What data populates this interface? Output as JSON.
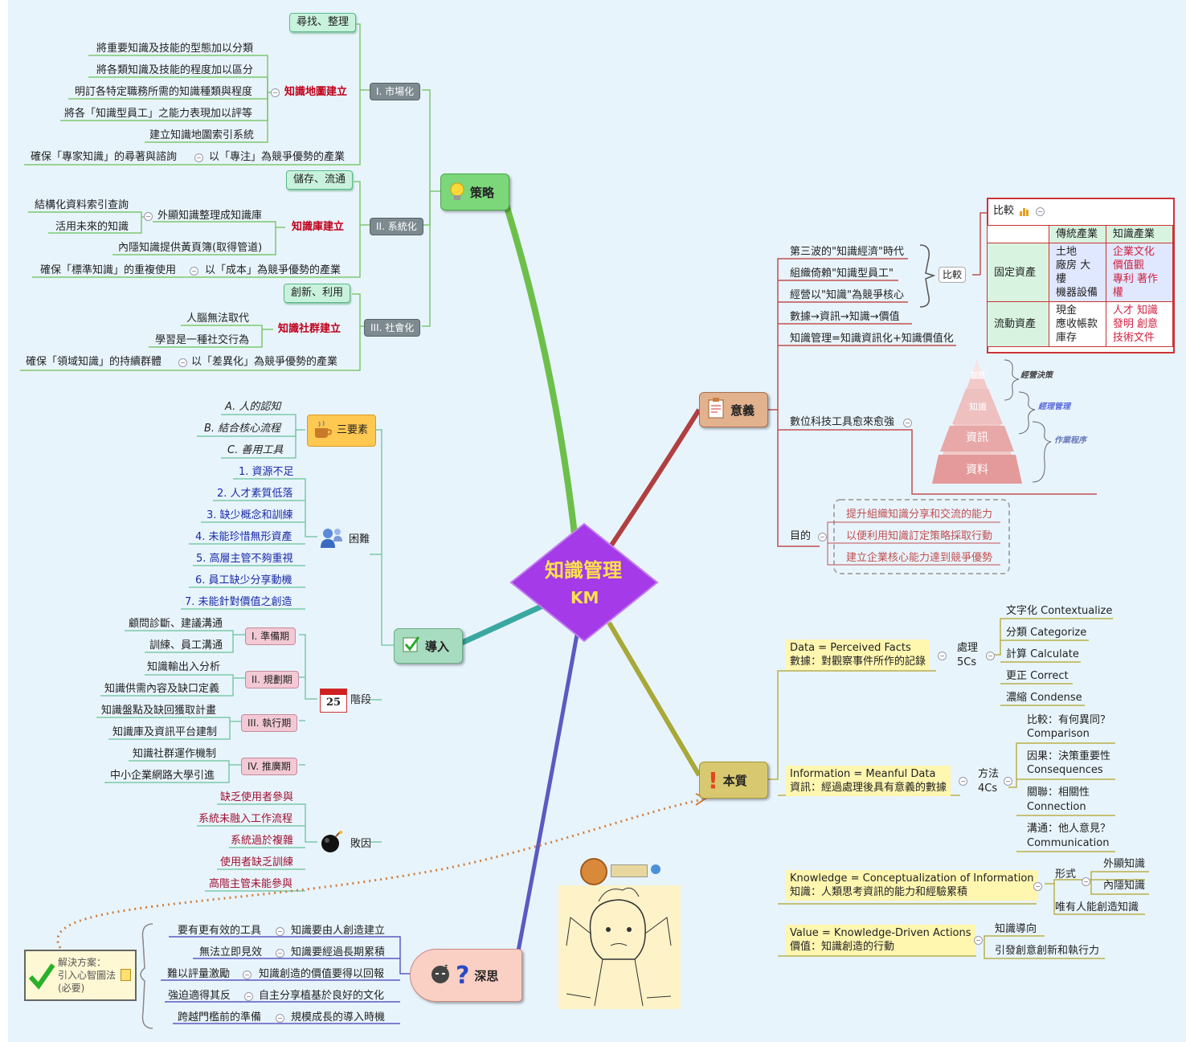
{
  "center": {
    "title": "知識管理",
    "subtitle": "KM"
  },
  "strategy": {
    "title": "策略",
    "m1": {
      "label": "I. 市場化",
      "callout": "尋找、整理",
      "sub": "知識地圖建立",
      "items": [
        "將重要知識及技能的型態加以分類",
        "將各類知識及技能的程度加以區分",
        "明訂各特定職務所需的知識種類與程度",
        "將各「知識型員工」之能力表現加以評等",
        "建立知識地圖索引系統"
      ],
      "bottom_left": "確保「專家知識」的尋著與諮詢",
      "bottom_right": "以「專注」為競爭優勢的產業"
    },
    "m2": {
      "label": "II. 系統化",
      "callout": "儲存、流通",
      "sub": "知識庫建立",
      "a1": "結構化資料索引查詢",
      "a2": "活用未來的知識",
      "a_parent": "外顯知識整理成知識庫",
      "b": "內隱知識提供黃頁簿(取得管道)",
      "bottom_left": "確保「標準知識」的重複使用",
      "bottom_right": "以「成本」為競爭優勢的產業"
    },
    "m3": {
      "label": "III. 社會化",
      "callout": "創新、利用",
      "sub": "知識社群建立",
      "a": "人腦無法取代",
      "b": "學習是一種社交行為",
      "bottom_left": "確保「領域知識」的持續群體",
      "bottom_right": "以「差異化」為競爭優勢的產業"
    }
  },
  "intro": {
    "title": "導入",
    "three": {
      "label": "三要素",
      "items": [
        "A. 人的認知",
        "B. 結合核心流程",
        "C. 善用工具"
      ]
    },
    "difficulty": {
      "label": "困難",
      "items": [
        "1. 資源不足",
        "2. 人才素質低落",
        "3. 缺少概念和訓練",
        "4. 未能珍惜無形資產",
        "5. 高層主管不夠重視",
        "6. 員工缺少分享動機",
        "7. 未能針對價值之創造"
      ]
    },
    "stages": {
      "label": "階段",
      "cal": "25",
      "s1": {
        "label": "I. 準備期",
        "items": [
          "顧問診斷、建議溝通",
          "訓練、員工溝通"
        ]
      },
      "s2": {
        "label": "II. 規劃期",
        "items": [
          "知識輸出入分析",
          "知識供需內容及缺口定義"
        ]
      },
      "s3": {
        "label": "III. 執行期",
        "items": [
          "知識盤點及缺回獲取計畫",
          "知識庫及資訊平台建制"
        ]
      },
      "s4": {
        "label": "IV. 推廣期",
        "items": [
          "知識社群運作機制",
          "中小企業網路大學引進"
        ]
      }
    },
    "failure": {
      "label": "敗因",
      "items": [
        "缺乏使用者參與",
        "系統未融入工作流程",
        "系統過於複雜",
        "使用者缺乏訓練",
        "高階主管未能參與"
      ]
    }
  },
  "reflect": {
    "title": "深思",
    "rows": [
      {
        "left": "要有更有效的工具",
        "right": "知識要由人創造建立"
      },
      {
        "left": "無法立即見效",
        "right": "知識要經過長期累積"
      },
      {
        "left": "難以評量激勵",
        "right": "知識創造的價值要得以回報"
      },
      {
        "left": "強迫適得其反",
        "right": "自主分享植基於良好的文化"
      },
      {
        "left": "跨越門檻前的準備",
        "right": "規模成長的導入時機"
      }
    ],
    "solution": [
      "解決方案：",
      "引入心智圖法",
      "(必要)"
    ]
  },
  "meaning": {
    "title": "意義",
    "items": [
      "第三波的\"知識經濟\"時代",
      "組織倚賴\"知識型員工\"",
      "經營以\"知識\"為競爭核心",
      "數據→資訊→知識→價值",
      "知識管理=知識資訊化+知識價值化"
    ],
    "compare": "比較",
    "table": {
      "title": "比較",
      "h1": "傳統產業",
      "h2": "知識產業",
      "r1": {
        "label": "固定資產",
        "c1": [
          "土地",
          "廠房 大樓",
          "機器設備"
        ],
        "c2": [
          "企業文化",
          "價值觀",
          "專利 著作權"
        ]
      },
      "r2": {
        "label": "流動資產",
        "c1": [
          "現金",
          "應收帳款",
          "庫存"
        ],
        "c2": [
          "人才 知識",
          "發明 創意",
          "技術文件"
        ]
      }
    },
    "tools": "數位科技工具愈來愈強",
    "pyramid": {
      "l1": "資料",
      "l2": "資訊",
      "l3": "知識",
      "l4": "智慧",
      "b1": "經營決策",
      "b2": "經理管理",
      "b3": "作業程序"
    },
    "goal": "目的",
    "goals": [
      "提升組織知識分享和交流的能力",
      "以便利用知識訂定策略採取行動",
      "建立企業核心能力達到競爭優勢"
    ]
  },
  "essence": {
    "title": "本質",
    "data": {
      "l1": "Data = Perceived Facts",
      "l2": "數據：對觀察事件所作的記錄",
      "proc": [
        "處理",
        "5Cs"
      ],
      "items": [
        "文字化 Contextualize",
        "分類 Categorize",
        "計算 Calculate",
        "更正 Correct",
        "濃縮 Condense"
      ]
    },
    "info": {
      "l1": "Information = Meanful Data",
      "l2": "資訊：經過處理後具有意義的數據",
      "proc": [
        "方法",
        "4Cs"
      ],
      "items": [
        [
          "比較：有何異同？",
          "Comparison"
        ],
        [
          "因果：決策重要性",
          "Consequences"
        ],
        [
          "關聯：相關性",
          "Connection"
        ],
        [
          "溝通：他人意見？",
          "Communication"
        ]
      ]
    },
    "know": {
      "l1": "Knowledge = Conceptualization of Information",
      "l2": "知識：人類思考資訊的能力和經驗累積",
      "form": "形式",
      "f1": "外顯知識",
      "f2": "內隱知識",
      "only": "唯有人能創造知識"
    },
    "value": {
      "l1": "Value = Knowledge-Driven Actions",
      "l2": "價值：知識創造的行動",
      "a": "知識導向",
      "b": "引發創意創新和執行力"
    }
  },
  "colors": {
    "center": "#9b30e0",
    "strategy": "#7ccc7a",
    "intro": "#90c8a8",
    "meaning": "#d8a480",
    "essence": "#c8b860",
    "reflect": "#f4b8a8"
  }
}
